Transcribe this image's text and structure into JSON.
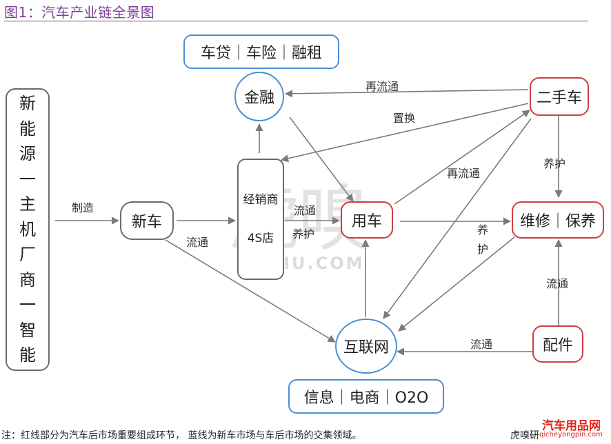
{
  "title": "图1：汽车产业链全景图",
  "nodes": {
    "oem": [
      "新",
      "能",
      "源",
      "一",
      "主",
      "机",
      "厂",
      "商",
      "一",
      "智",
      "能"
    ],
    "new_car": "新车",
    "dealer_line1": "经销商",
    "dealer_line2": "4S店",
    "finance": "金融",
    "finance_services": "车贷｜车险｜融租",
    "used_car": "二手车",
    "car_use": "用车",
    "repair": "维修｜保养",
    "internet": "互联网",
    "internet_services": "信息｜电商｜O2O",
    "parts": "配件"
  },
  "edge_labels": {
    "manufacture": "制造",
    "recirculate_top": "再流通",
    "replace": "置换",
    "recirculate_mid": "再流通",
    "maintain_used": "养护",
    "circulate_dealer": "流通",
    "maintain_dealer": "养护",
    "circulate_newcar": "流通",
    "maintain_repair": [
      "养",
      "护"
    ],
    "circulate_parts_repair": "流通",
    "circulate_parts_internet": "流通"
  },
  "watermark": {
    "big": "虎嗅",
    "small": "HUXIU.COM"
  },
  "footer": {
    "note": "注：红线部分为汽车后市场重要组成环节， 蓝线为新车市场与车后市场的交集领域。",
    "source": "虎嗅研"
  },
  "logo": {
    "name": "汽车用品网",
    "url": "qicheyongpin.com"
  },
  "colors": {
    "title": "#7b3f98",
    "blue_border": "#4a8fd4",
    "red_border": "#cf3d3d",
    "gray_border": "#6a6a6a",
    "arrow": "#7a7a7a"
  }
}
